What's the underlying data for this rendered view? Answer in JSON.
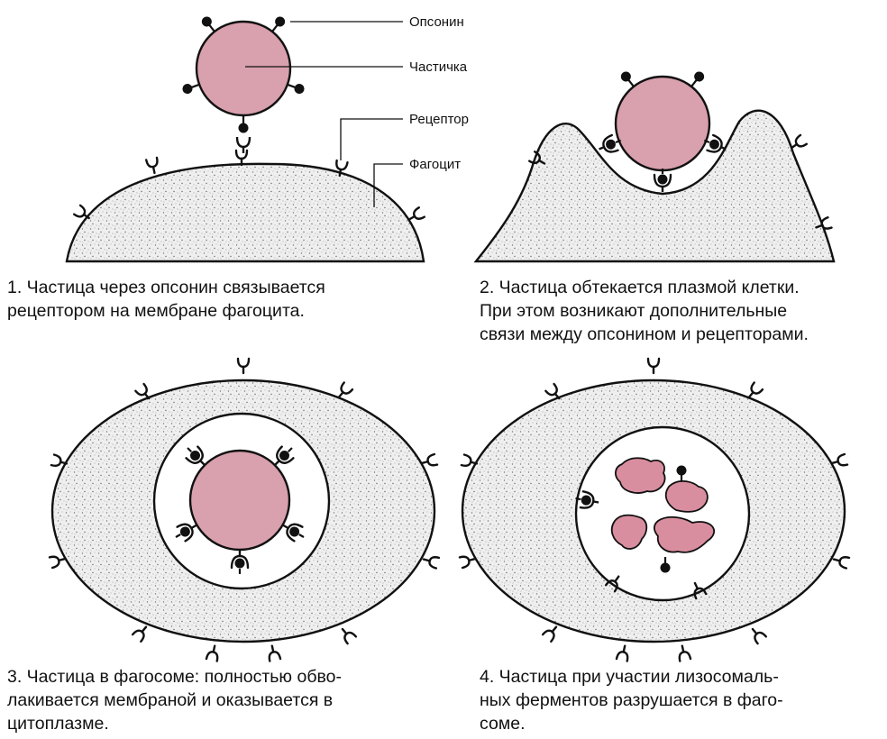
{
  "labels": {
    "opsonin": "Опсонин",
    "particle": "Частичка",
    "receptor": "Рецептор",
    "phagocyte": "Фагоцит"
  },
  "captions": [
    {
      "lines": [
        "1. Частица через опсонин связывается",
        "рецептором на мембране фагоцита."
      ]
    },
    {
      "lines": [
        "2. Частица обтекается плазмой клетки.",
        "При этом возникают дополнительные",
        "связи между опсонином и рецепторами."
      ]
    },
    {
      "lines": [
        "3. Частица в фагосоме: полностью обво-",
        "лакивается мембраной и оказывается в",
        "цитоплазме."
      ]
    },
    {
      "lines": [
        "4. Частица при участии лизосомаль-",
        "ных ферментов разрушается в фаго-",
        "соме."
      ]
    }
  ],
  "colors": {
    "particle": "#d9a0ad",
    "fragment": "#d98ea0",
    "cell": "#efefef",
    "stipple": "#8a8a8a",
    "ink": "#111111"
  }
}
